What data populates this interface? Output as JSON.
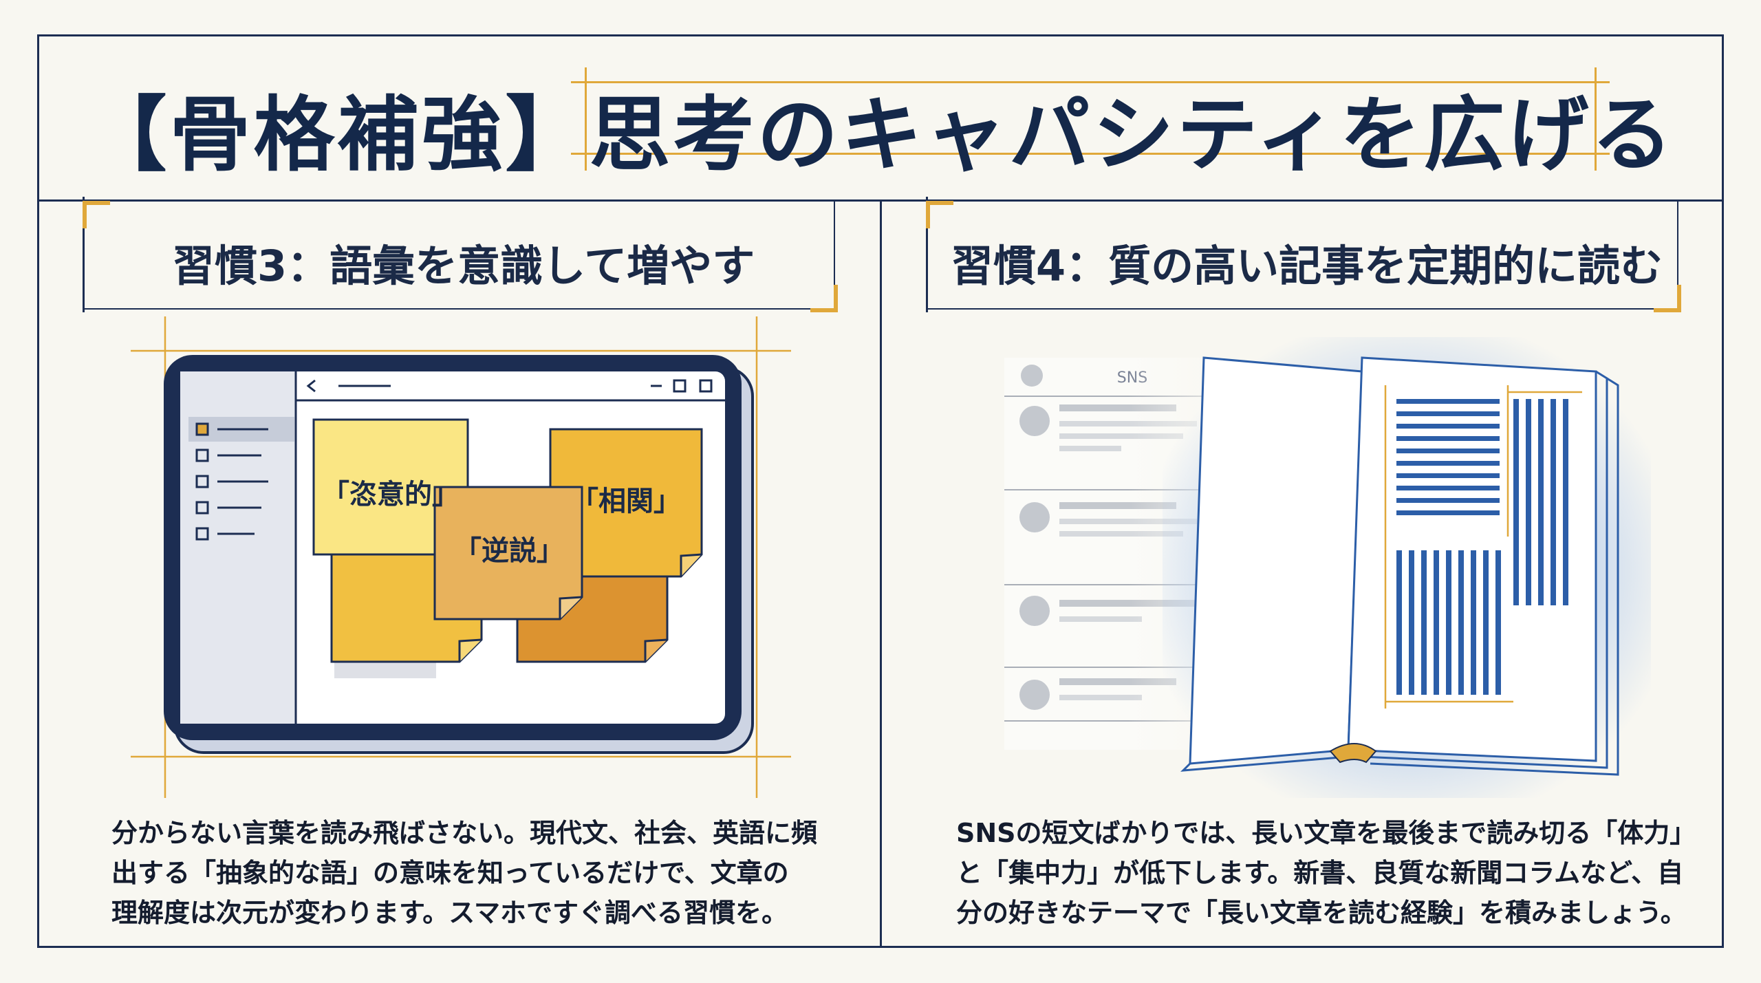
{
  "header": {
    "title": "【骨格補強】思考のキャパシティを広げる"
  },
  "left": {
    "title": "習慣3：語彙を意識して増やす",
    "notes": [
      "「恣意的」",
      "「逆説」",
      "「相関」"
    ],
    "description": [
      "分からない言葉を読み飛ばさない。現代文、社会、英語に頻",
      "出する「抽象的な語」の意味を知っているだけで、文章の",
      "理解度は次元が変わります。スマホですぐ調べる習慣を。"
    ]
  },
  "right": {
    "title": "習慣4：質の高い記事を定期的に読む",
    "sns_label": "SNS",
    "description": [
      "SNSの短文ばかりでは、長い文章を最後まで読み切る「体力」",
      "と「集中力」が低下します。新書、良質な新聞コラムなど、自",
      "分の好きなテーマで「長い文章を読む経験」を積みましょう。"
    ]
  },
  "colors": {
    "navy": "#1c2d52",
    "accent": "#e0a83a",
    "bookBlue": "#2c5ea8"
  }
}
